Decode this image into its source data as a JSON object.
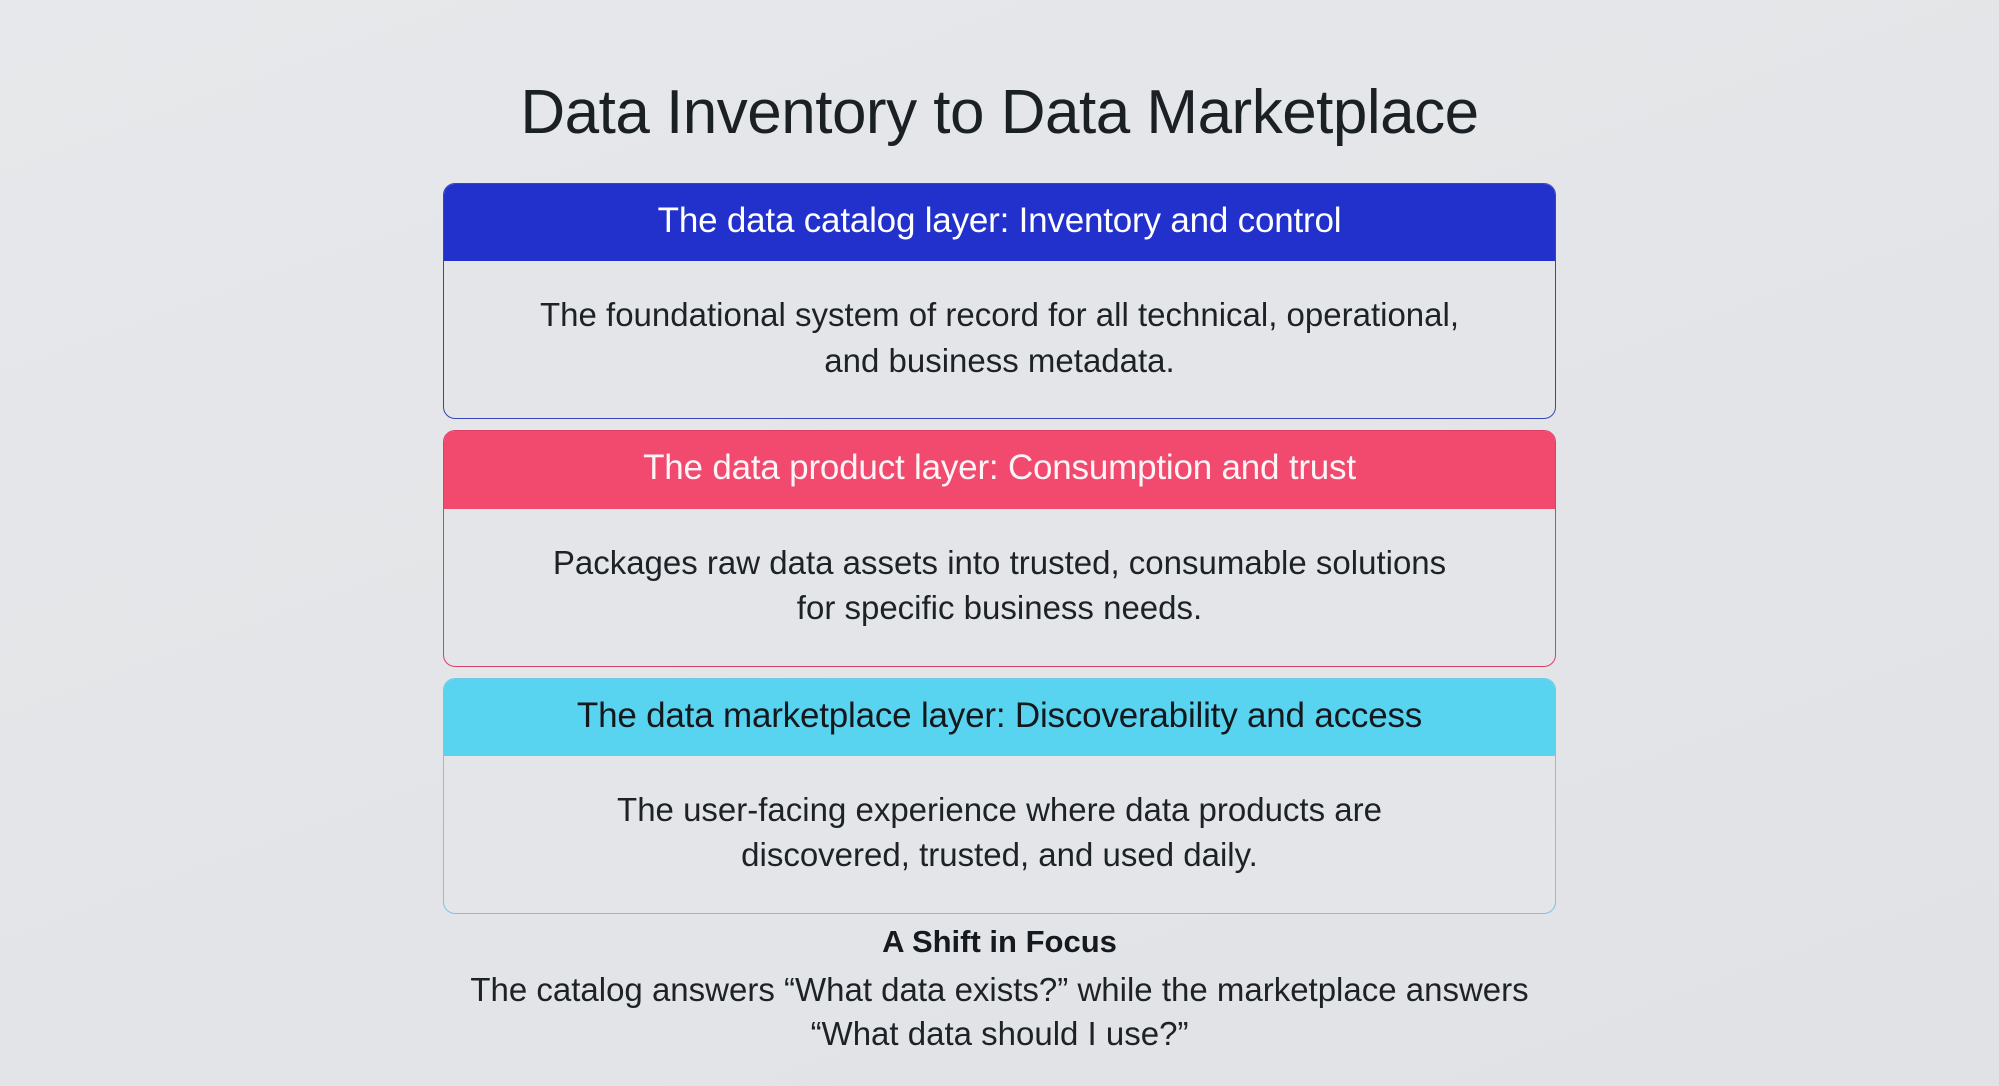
{
  "title": "Data Inventory to Data Marketplace",
  "colors": {
    "background": "#e4e6e9",
    "catalog_accent": "#2230cc",
    "product_accent": "#f2496e",
    "marketplace_accent": "#58d3f0",
    "card_body_background": "#e3e5e8",
    "title_text": "#1b2025",
    "body_text": "#1d2227"
  },
  "layers": [
    {
      "id": "catalog",
      "header": "The data catalog layer: Inventory and control",
      "body": "The foundational system of record for all technical, operational, and business metadata.",
      "accent": "#2230cc",
      "header_text_color": "#ffffff"
    },
    {
      "id": "product",
      "header": "The data product layer: Consumption and trust",
      "body": "Packages raw data assets into trusted, consumable solutions for specific business needs.",
      "accent": "#f2496e",
      "header_text_color": "#fff4f6"
    },
    {
      "id": "marketplace",
      "header": "The data marketplace layer: Discoverability and access",
      "body": "The user-facing experience where data products are discovered, trusted, and used daily.",
      "accent": "#58d3f0",
      "header_text_color": "#14181c"
    }
  ],
  "footer": {
    "heading": "A Shift in Focus",
    "text": "The catalog answers “What data exists?” while the marketplace answers “What data should I use?”"
  }
}
